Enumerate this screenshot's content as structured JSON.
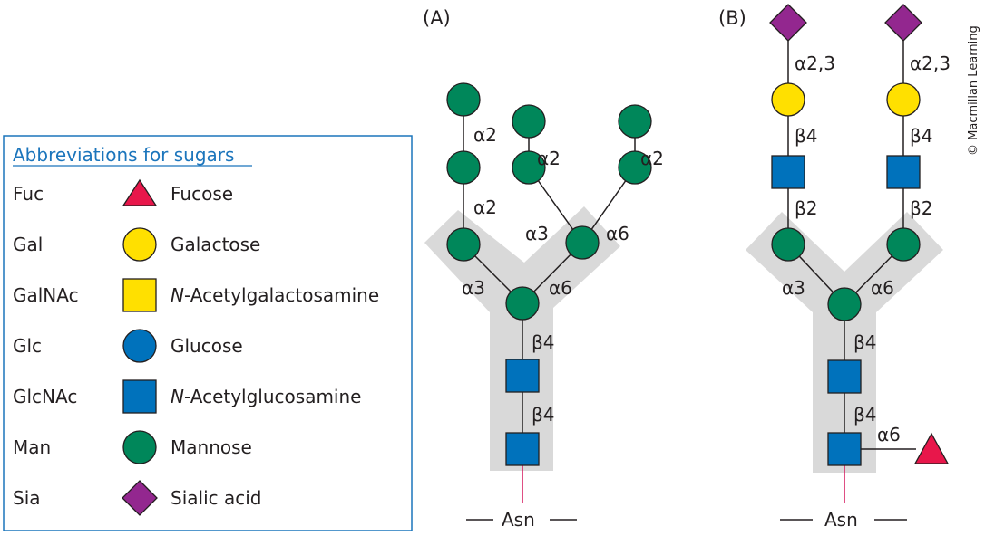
{
  "colors": {
    "mannose": "#00875a",
    "galactose": "#ffe000",
    "glcnac": "#0072bc",
    "glucose": "#0072bc",
    "galnac": "#ffe000",
    "fucose": "#e8174b",
    "sialic": "#93278f",
    "core_shade": "#d9d9d9",
    "legend_border": "#1b75bc"
  },
  "legend": {
    "title": "Abbreviations for sugars",
    "items": [
      {
        "abbr": "Fuc",
        "shape": "triangle",
        "color": "#e8174b",
        "name": "Fucose",
        "italic": ""
      },
      {
        "abbr": "Gal",
        "shape": "circle",
        "color": "#ffe000",
        "name": "Galactose",
        "italic": ""
      },
      {
        "abbr": "GalNAc",
        "shape": "square",
        "color": "#ffe000",
        "name": "-Acetylgalactosamine",
        "italic": "N"
      },
      {
        "abbr": "Glc",
        "shape": "circle",
        "color": "#0072bc",
        "name": "Glucose",
        "italic": ""
      },
      {
        "abbr": "GlcNAc",
        "shape": "square",
        "color": "#0072bc",
        "name": "-Acetylglucosamine",
        "italic": "N"
      },
      {
        "abbr": "Man",
        "shape": "circle",
        "color": "#00875a",
        "name": "Mannose",
        "italic": ""
      },
      {
        "abbr": "Sia",
        "shape": "diamond",
        "color": "#93278f",
        "name": "Sialic acid",
        "italic": ""
      }
    ]
  },
  "panel_a": {
    "label": "(A)",
    "links": {
      "a2_top": "α2",
      "a2_mid": "α2",
      "a2_center": "α2",
      "a2_right": "α2",
      "a3_upper": "α3",
      "a6_upper": "α6",
      "a3_lower": "α3",
      "a6_lower": "α6",
      "b4_upper": "β4",
      "b4_lower": "β4"
    },
    "asn": "Asn"
  },
  "panel_b": {
    "label": "(B)",
    "links": {
      "a23_left": "α2,3",
      "a23_right": "α2,3",
      "b4_left": "β4",
      "b4_right": "β4",
      "b2_left": "β2",
      "b2_right": "β2",
      "a3": "α3",
      "a6": "α6",
      "b4_upper": "β4",
      "b4_lower": "β4",
      "a6_fuc": "α6"
    },
    "asn": "Asn"
  },
  "copyright": "© Macmillan Learning"
}
